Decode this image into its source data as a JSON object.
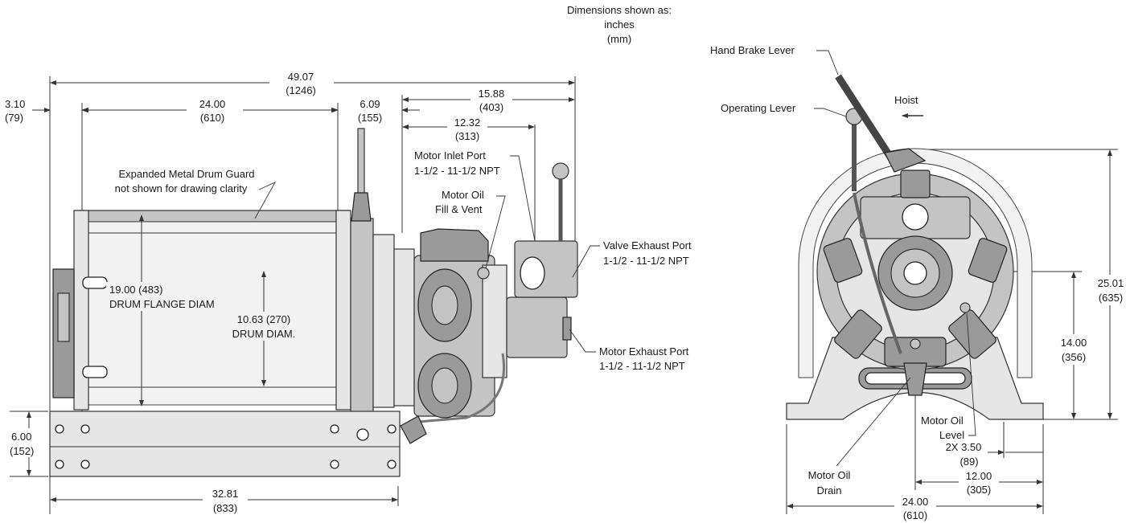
{
  "units_note": [
    "Dimensions shown as:",
    "inches",
    "(mm)"
  ],
  "side_view": {
    "overall_width": [
      "49.07",
      "(1246)"
    ],
    "flange_offset": [
      "3.10",
      "(79)"
    ],
    "drum_length": [
      "24.00",
      "(610)"
    ],
    "gap_width": [
      "6.09",
      "(155)"
    ],
    "motor_width": [
      "15.88",
      "(403)"
    ],
    "motor_inlet_offset": [
      "12.32",
      "(313)"
    ],
    "base_height": [
      "6.00",
      "(152)"
    ],
    "base_length": [
      "32.81",
      "(833)"
    ],
    "drum_flange_diam": [
      "19.00 (483)",
      "DRUM FLANGE DIAM"
    ],
    "drum_diam": [
      "10.63 (270)",
      "DRUM DIAM."
    ],
    "guard_note": [
      "Expanded Metal Drum Guard",
      "not shown for drawing clarity"
    ],
    "motor_inlet_port": [
      "Motor Inlet Port",
      "1-1/2 - 11-1/2 NPT"
    ],
    "motor_oil_fill": [
      "Motor Oil",
      "Fill & Vent"
    ],
    "valve_exhaust_port": [
      "Valve Exhaust Port",
      "1-1/2 - 11-1/2 NPT"
    ],
    "motor_exhaust_port": [
      "Motor Exhaust Port",
      "1-1/2 - 11-1/2 NPT"
    ]
  },
  "end_view": {
    "hand_brake_lever": "Hand Brake Lever",
    "operating_lever": "Operating Lever",
    "hoist": "Hoist",
    "overall_height": [
      "25.01",
      "(635)"
    ],
    "center_height": [
      "14.00",
      "(356)"
    ],
    "motor_oil_level": [
      "Motor Oil",
      "Level"
    ],
    "motor_oil_drain": [
      "Motor Oil",
      "Drain"
    ],
    "bolt_spacing": [
      "2X 3.50",
      "(89)"
    ],
    "half_width": [
      "12.00",
      "(305)"
    ],
    "overall_width": [
      "24.00",
      "(610)"
    ]
  }
}
